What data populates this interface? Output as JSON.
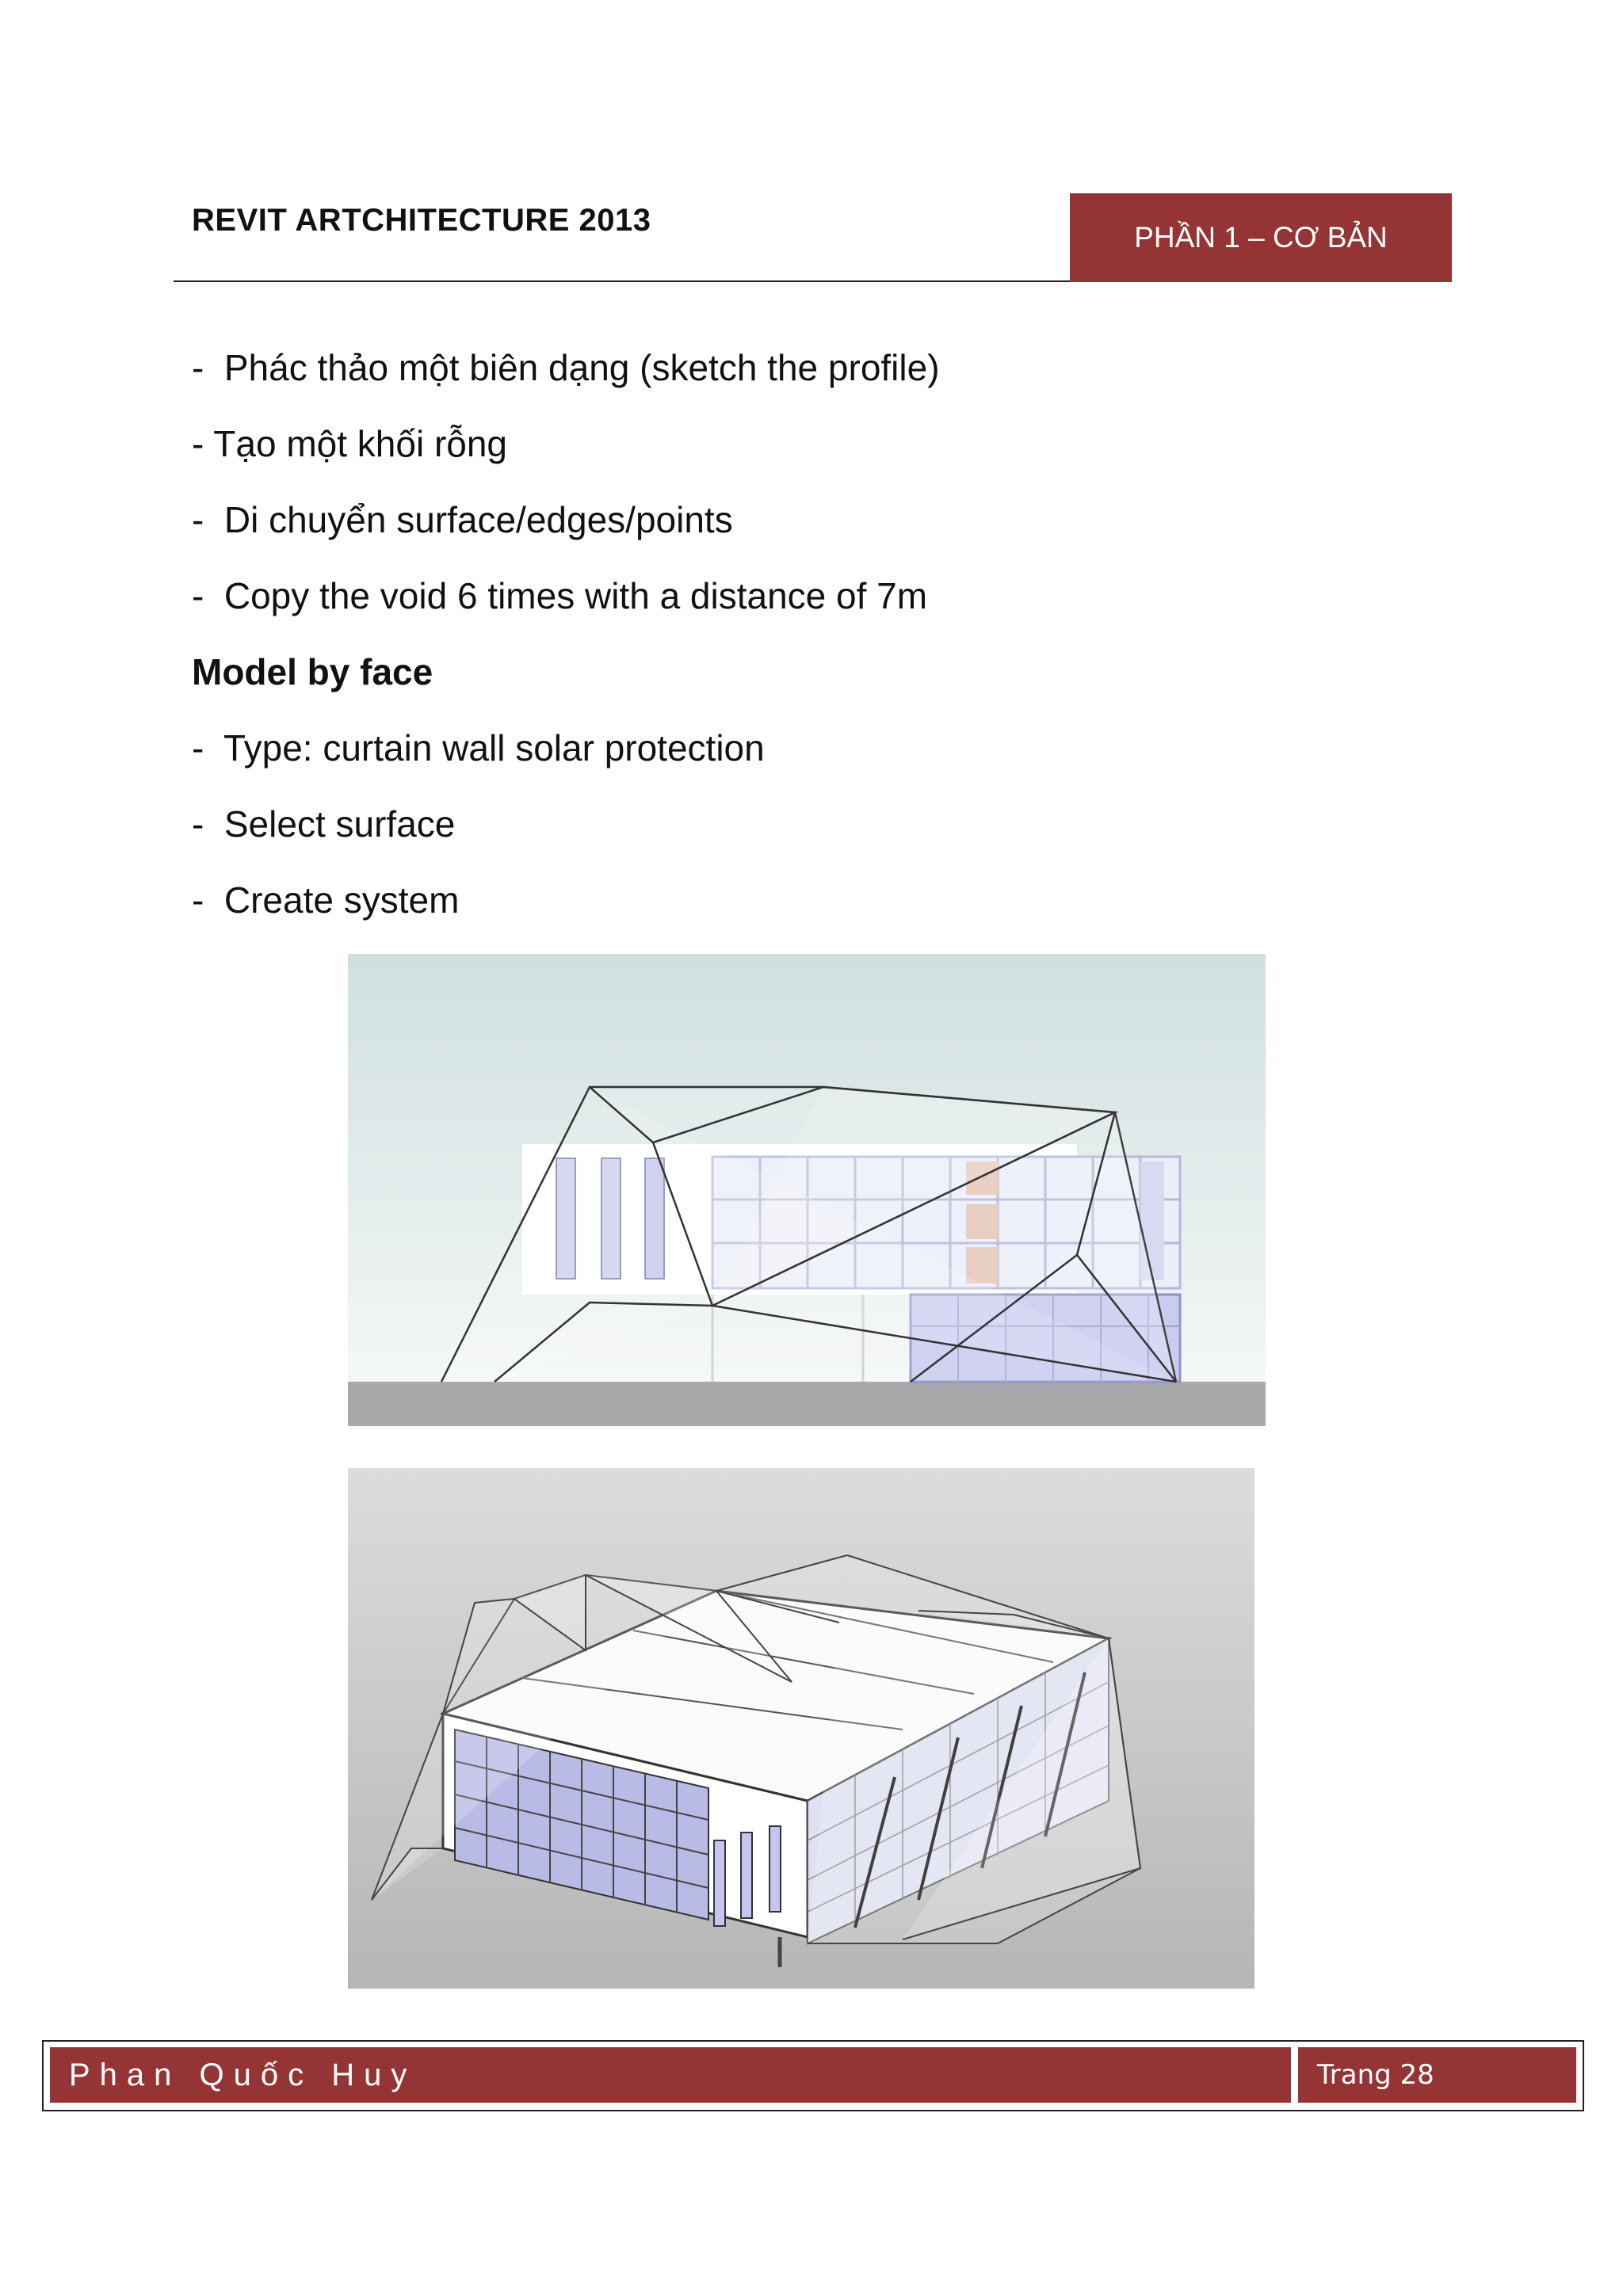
{
  "header": {
    "title": "REVIT ARTCHITECTURE 2013",
    "section": "PHẦN 1 – CƠ BẢN"
  },
  "content": {
    "lines": [
      "-  Phác thảo một biên dạng (sketch the profile)",
      "- Tạo một khối rỗng",
      "-  Di chuyển surface/edges/points",
      "-  Copy the void 6 times with a distance of 7m",
      "Model by face",
      "-  Type: curtain wall solar protection",
      "-  Select surface",
      "-  Create system"
    ]
  },
  "figures": [
    {
      "name": "elevation-view",
      "kind": "illustration"
    },
    {
      "name": "axonometric-view",
      "kind": "illustration"
    }
  ],
  "footer": {
    "author": "Phan Quốc Huy",
    "page_label": "Trang  28"
  },
  "colors": {
    "accent": "#943434",
    "text": "#111111"
  }
}
